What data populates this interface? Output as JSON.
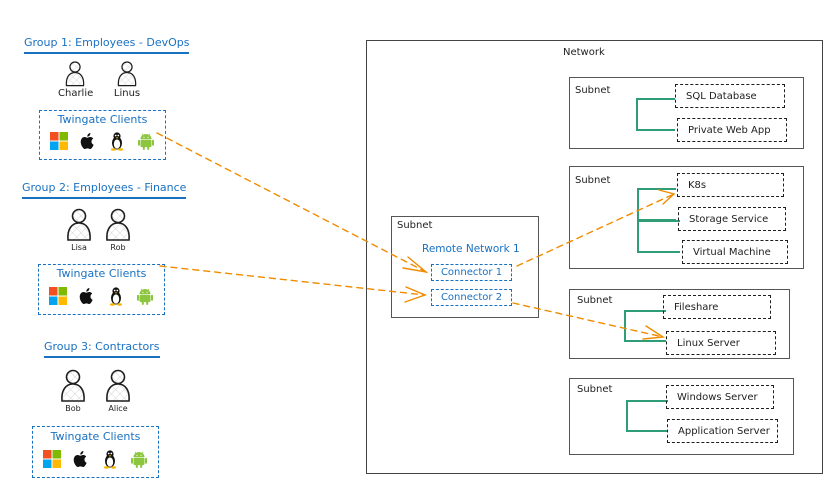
{
  "groups": [
    {
      "title": "Group 1: Employees - DevOps",
      "people": [
        "Charlie",
        "Linus"
      ],
      "clients": {
        "title": "Twingate Clients",
        "os": [
          "windows",
          "apple",
          "linux",
          "android"
        ]
      }
    },
    {
      "title": "Group 2: Employees - Finance",
      "people": [
        "Lisa",
        "Rob"
      ],
      "clients": {
        "title": "Twingate Clients",
        "os": [
          "windows",
          "apple",
          "linux",
          "android"
        ]
      }
    },
    {
      "title": "Group 3: Contractors",
      "people": [
        "Bob",
        "Alice"
      ],
      "clients": {
        "title": "Twingate Clients",
        "os": [
          "windows",
          "apple",
          "linux",
          "android"
        ]
      }
    }
  ],
  "network": {
    "label": "Network",
    "remote_subnet": {
      "label": "Subnet",
      "remote_network": "Remote Network 1",
      "connectors": [
        "Connector 1",
        "Connector 2"
      ]
    },
    "subnets": [
      {
        "label": "Subnet",
        "resources": [
          "SQL Database",
          "Private Web App"
        ]
      },
      {
        "label": "Subnet",
        "resources": [
          "K8s",
          "Storage Service",
          "Virtual Machine"
        ]
      },
      {
        "label": "Subnet",
        "resources": [
          "Fileshare",
          "Linux Server"
        ]
      },
      {
        "label": "Subnet",
        "resources": [
          "Windows Server",
          "Application Server"
        ]
      }
    ]
  },
  "connections": [
    {
      "from": "Group 1 Twingate Clients",
      "to": "Connector 1"
    },
    {
      "from": "Group 2 Twingate Clients",
      "to": "Connector 2"
    },
    {
      "from": "Connector 1",
      "to": "K8s"
    },
    {
      "from": "Connector 2",
      "to": "Linux Server"
    }
  ],
  "colors": {
    "group_accent": "#1971c2",
    "connection": "#f08c00",
    "bracket": "#2f9e77",
    "outline": "#1e1e1e"
  }
}
